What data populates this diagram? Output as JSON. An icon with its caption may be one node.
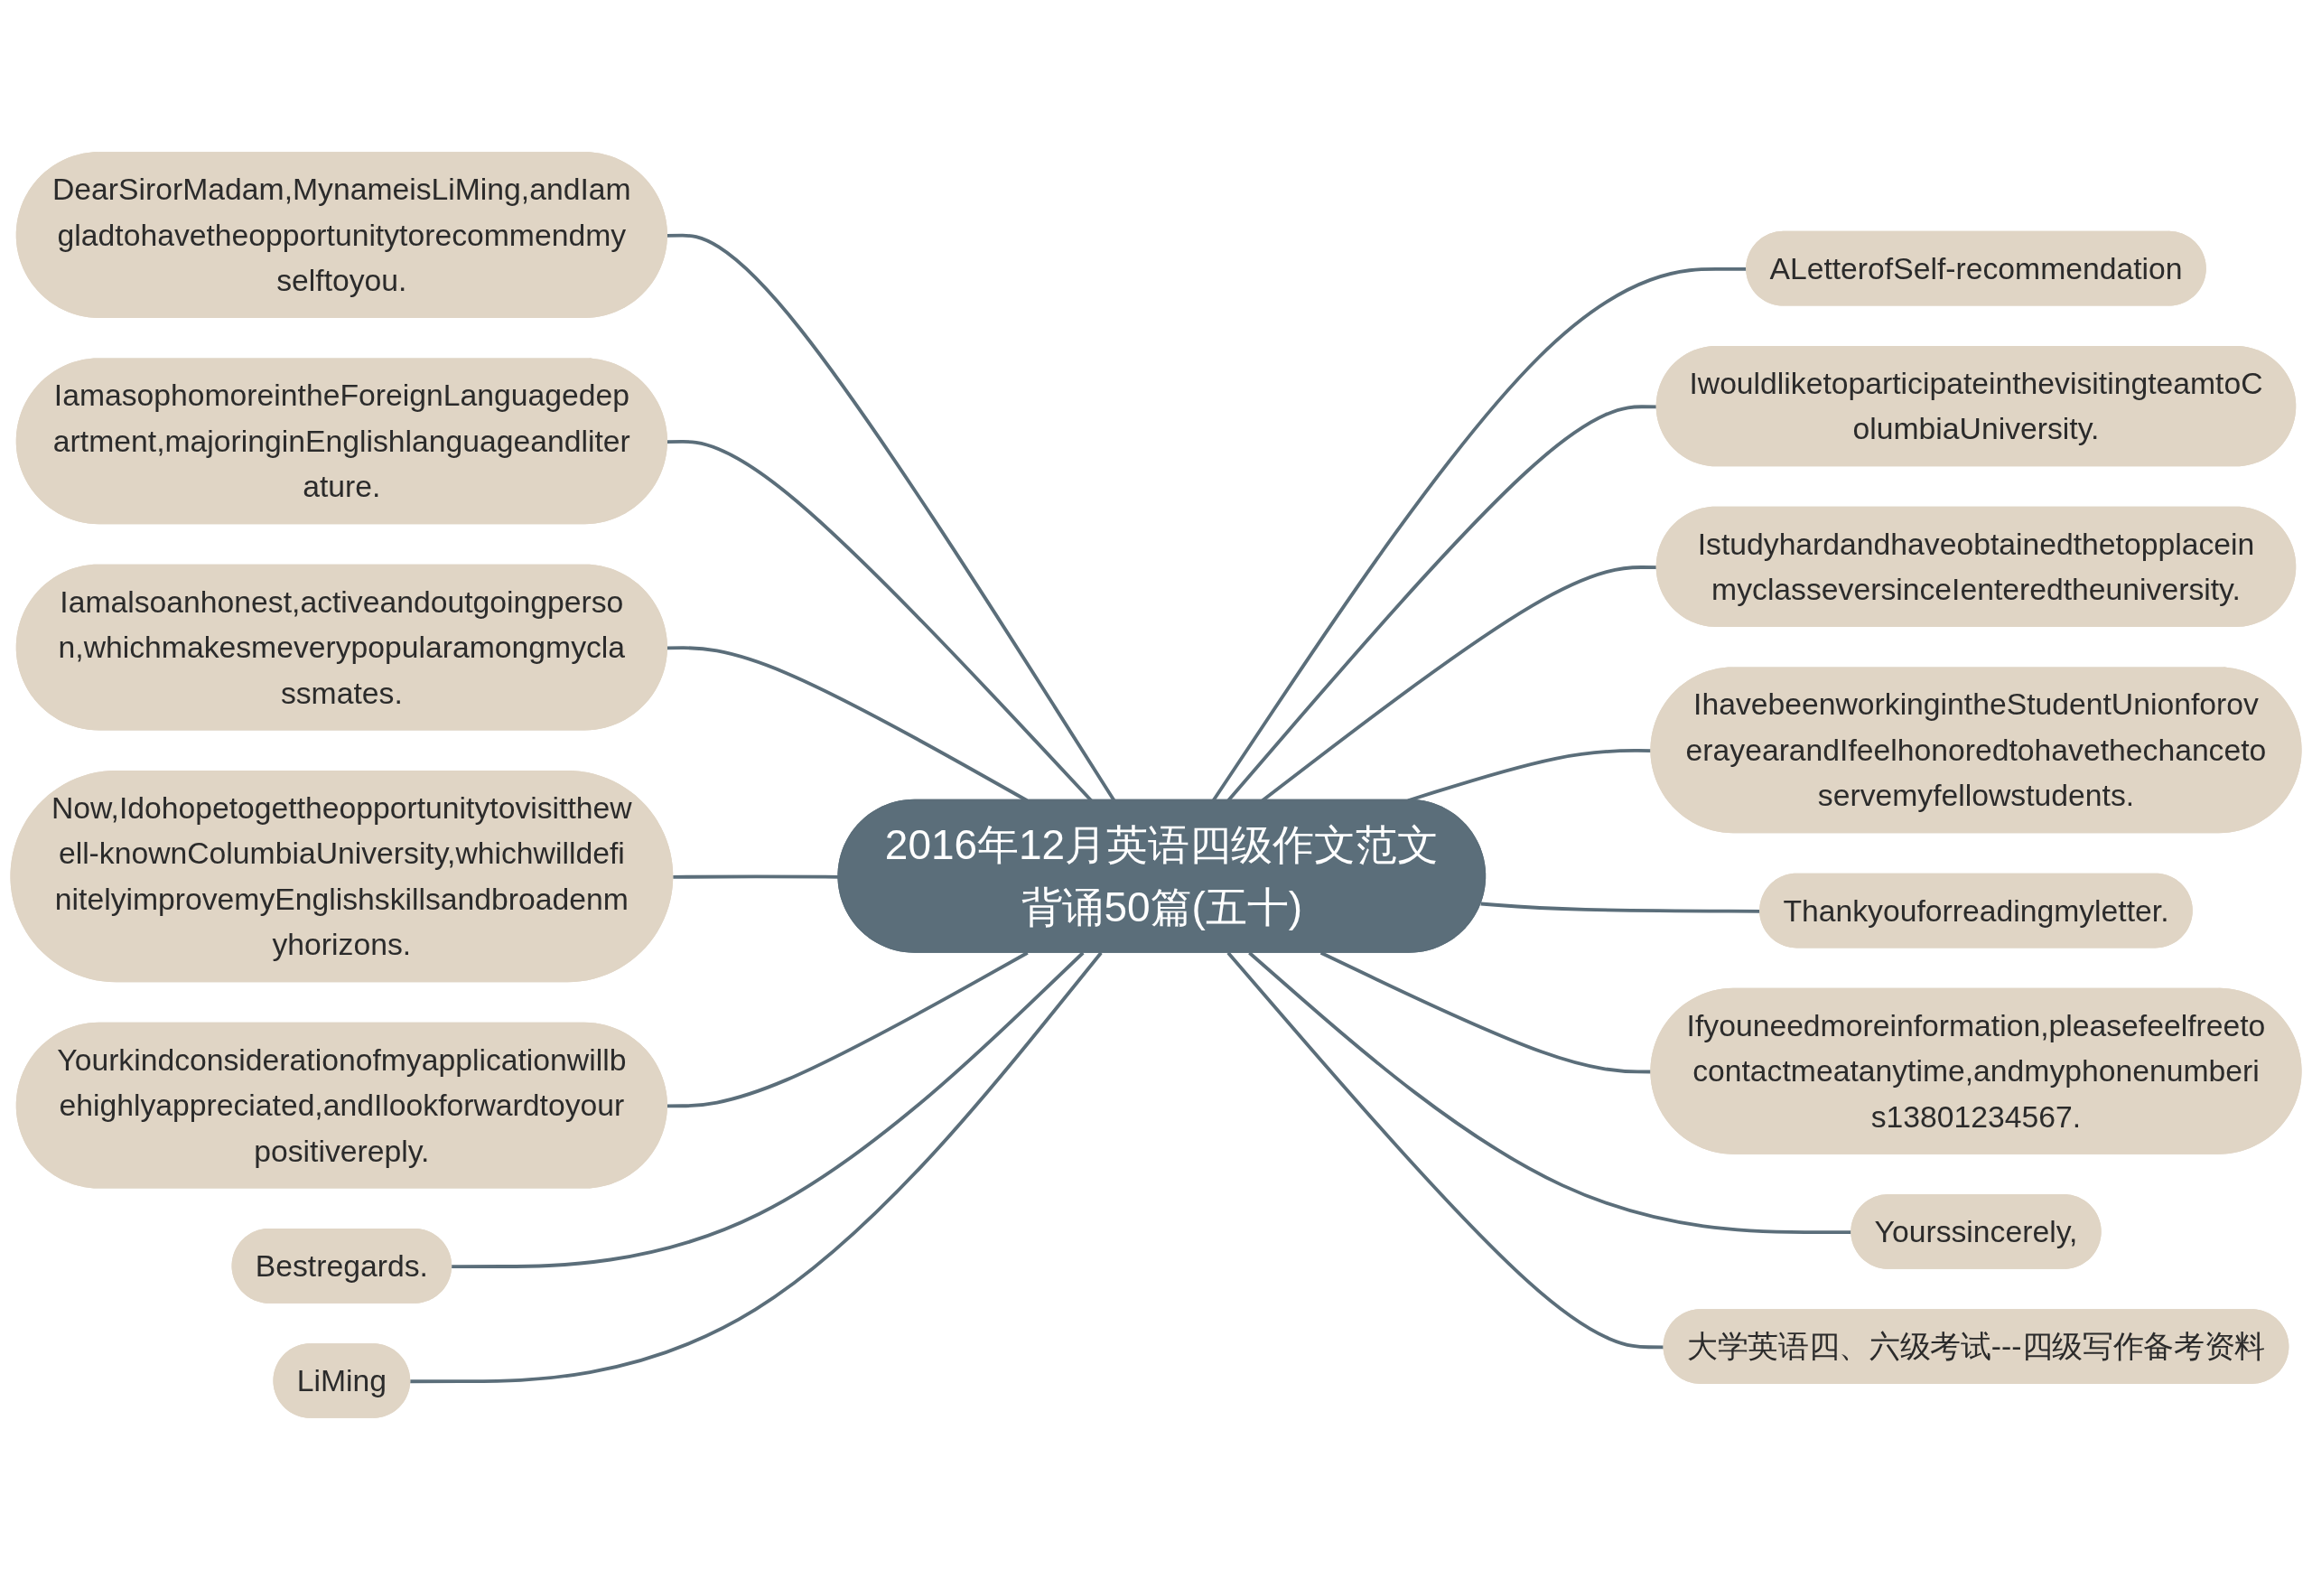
{
  "diagram": {
    "nodes": [
      {
        "text": [
          "2016年12月英语四级作文范文背诵50篇(五十)"
        ]
      },
      {
        "text": [
          "DearSirorMadam,MynameisLiMing,andIamgladtohavetheopportunitytorecommendmyselftoyou."
        ]
      },
      {
        "text": [
          "IamasophomoreintheForeignLanguagedepartment,majoringinEnglishlanguageandliterature."
        ]
      },
      {
        "text": [
          "Iamalsoanhonest,activeandoutgoingperson,whichmakesmeverypopularamongmyclassmates."
        ]
      },
      {
        "text": [
          "Now,Idohopetogettheopportunitytovisitthewell-knownColumbiaUniversity,whichwilldefinitelyimprovemyEnglishskillsandbroadenmyhorizons."
        ]
      },
      {
        "text": [
          "Yourkindconsiderationofmyapplicationwillbehighlyappreciated,andIlookforwardtoyourpositivereply."
        ]
      },
      {
        "text": [
          "Bestregards."
        ]
      },
      {
        "text": [
          "LiMing"
        ]
      },
      {
        "text": [
          "ALetterofSelf-recommendation"
        ]
      },
      {
        "text": [
          "IwouldliketoparticipateinthevisitingteamtoColumbiaUniversity."
        ]
      },
      {
        "text": [
          "IstudyhardandhaveobtainedthetopplaceinmyclasseversinceIenteredtheuniversity."
        ]
      },
      {
        "text": [
          "IhavebeenworkingintheStudentUnionforoverayearandIfeelhonoredtohavethechancetoservemyfellowstudents."
        ]
      },
      {
        "text": [
          "Thankyouforreadingmyletter."
        ]
      },
      {
        "text": [
          "Ifyouneedmoreinformation,pleasefeelfreetocontactmeatanytime,andmyphonenumberis13801234567."
        ]
      },
      {
        "text": [
          "Yourssincerely,"
        ]
      },
      {
        "text": [
          "大学英语四、六级考试---四级写作备考资料"
        ]
      }
    ],
    "edges": [
      {
        "from": 1,
        "to": 0,
        "arrow": "none"
      },
      {
        "from": 2,
        "to": 0,
        "arrow": "none"
      },
      {
        "from": 3,
        "to": 0,
        "arrow": "none"
      },
      {
        "from": 4,
        "to": 0,
        "arrow": "none"
      },
      {
        "from": 5,
        "to": 0,
        "arrow": "none"
      },
      {
        "from": 6,
        "to": 0,
        "arrow": "none"
      },
      {
        "from": 7,
        "to": 0,
        "arrow": "none"
      },
      {
        "from": 0,
        "to": 8,
        "arrow": "none"
      },
      {
        "from": 0,
        "to": 9,
        "arrow": "none"
      },
      {
        "from": 0,
        "to": 10,
        "arrow": "none"
      },
      {
        "from": 0,
        "to": 11,
        "arrow": "none"
      },
      {
        "from": 0,
        "to": 12,
        "arrow": "none"
      },
      {
        "from": 0,
        "to": 13,
        "arrow": "none"
      },
      {
        "from": 0,
        "to": 14,
        "arrow": "none"
      },
      {
        "from": 0,
        "to": 15,
        "arrow": "none"
      }
    ]
  }
}
